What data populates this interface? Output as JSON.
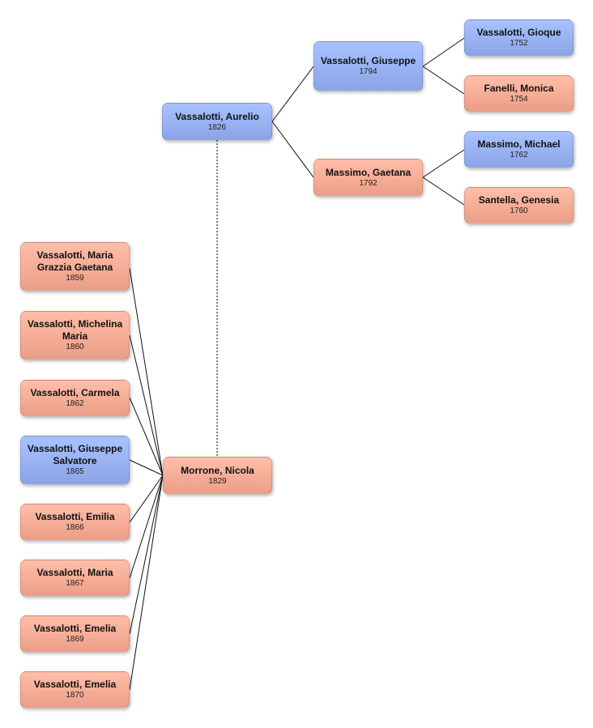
{
  "colors": {
    "male": "#9bb4f5",
    "female": "#f5ad97",
    "line": "#111111"
  },
  "people": {
    "aurelio": {
      "name": "Vassalotti, Aurelio",
      "year": "1826"
    },
    "giuseppe": {
      "name": "Vassalotti, Giuseppe",
      "year": "1794"
    },
    "gaetana": {
      "name": "Massimo, Gaetana",
      "year": "1792"
    },
    "gioque": {
      "name": "Vassalotti, Gioque",
      "year": "1752"
    },
    "monica": {
      "name": "Fanelli, Monica",
      "year": "1754"
    },
    "michael": {
      "name": "Massimo, Michael",
      "year": "1762"
    },
    "genesia": {
      "name": "Santella, Genesia",
      "year": "1760"
    },
    "nicola": {
      "name": "Morrone, Nicola",
      "year": "1829"
    }
  },
  "children": [
    {
      "name": "Vassalotti, Maria Grazzia Gaetana",
      "year": "1859"
    },
    {
      "name": "Vassalotti, Michelina Maria",
      "year": "1860"
    },
    {
      "name": "Vassalotti, Carmela",
      "year": "1862"
    },
    {
      "name": "Vassalotti, Giuseppe Salvatore",
      "year": "1865"
    },
    {
      "name": "Vassalotti, Emilia",
      "year": "1866"
    },
    {
      "name": "Vassalotti, Maria",
      "year": "1867"
    },
    {
      "name": "Vassalotti, Emelia",
      "year": "1869"
    },
    {
      "name": "Vassalotti, Emelia",
      "year": "1870"
    }
  ]
}
